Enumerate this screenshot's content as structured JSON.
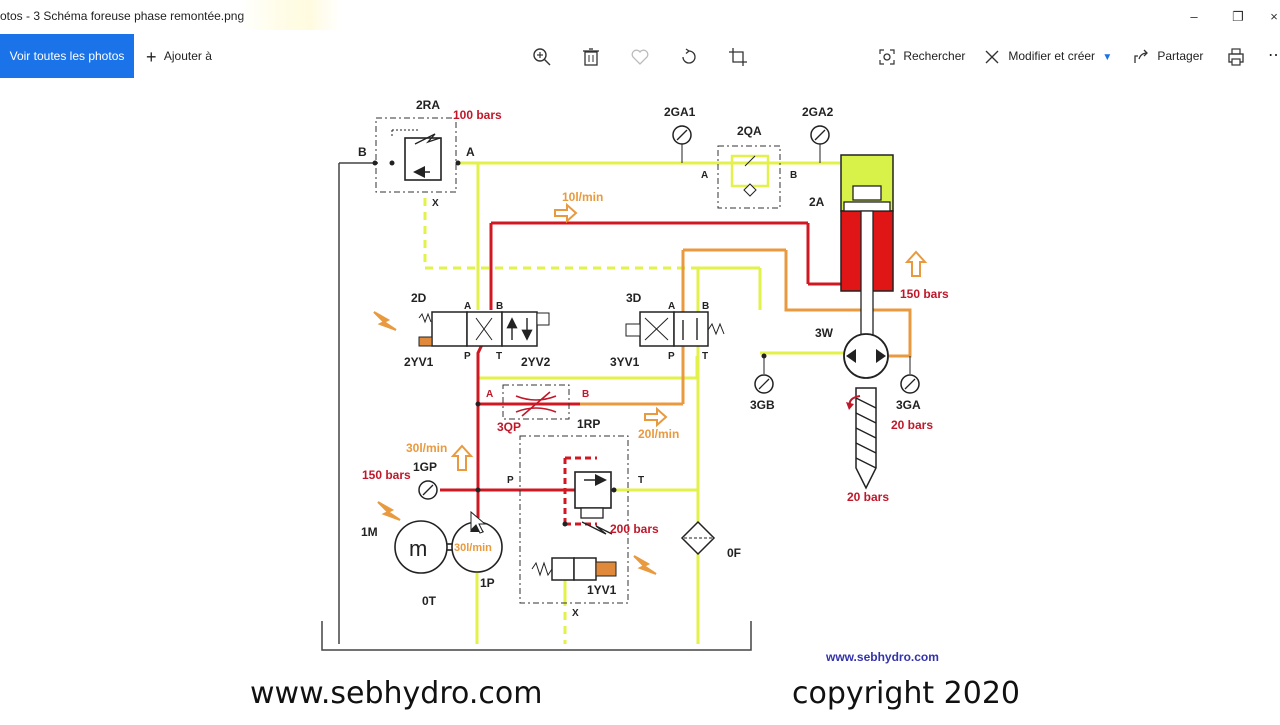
{
  "window": {
    "title": "otos - 3 Schéma foreuse phase remontée.png",
    "minimize_icon": "minimize-icon",
    "restore_icon": "restore-icon",
    "close_icon": "close-icon"
  },
  "toolbar": {
    "see_all": "Voir toutes les photos",
    "add_to": "Ajouter à",
    "search": "Rechercher",
    "edit_create": "Modifier et créer",
    "share": "Partager"
  },
  "diagram": {
    "labels": {
      "ra2": "2RA",
      "ra2_pressure": "100 bars",
      "b_left": "B",
      "a_ra": "A",
      "x_ra": "X",
      "ga1": "2GA1",
      "ga2": "2GA2",
      "qa2": "2QA",
      "a_qa": "A",
      "b_qa": "B",
      "cyl": "2A",
      "flow10": "10l/min",
      "p150": "150 bars",
      "d2": "2D",
      "d2_a": "A",
      "d2_b": "B",
      "d2_p": "P",
      "d2_t": "T",
      "yv1_2": "2YV1",
      "yv2_2": "2YV2",
      "d3": "3D",
      "d3_a": "A",
      "d3_b": "B",
      "d3_p": "P",
      "d3_t": "T",
      "yv1_3": "3YV1",
      "motor3": "3W",
      "gb3": "3GB",
      "ga3": "3GA",
      "ga3_pressure": "20 bars",
      "drill_pressure": "20 bars",
      "qp3_a": "A",
      "qp3_b": "B",
      "qp3": "3QP",
      "rp1": "1RP",
      "flow20": "20l/min",
      "flow30": "30l/min",
      "p150_pump": "150 bars",
      "gp1": "1GP",
      "rp_p": "P",
      "rp_t": "T",
      "m1": "1M",
      "motor_m": "m",
      "pump_flow": "30l/min",
      "p1": "1P",
      "t0": "0T",
      "p200": "200 bars",
      "yv1_1": "1YV1",
      "x_rp": "X",
      "filter": "0F"
    },
    "watermark": "www.sebhydro.com"
  },
  "footer": {
    "site": "www.sebhydro.com",
    "copyright": "copyright 2020"
  }
}
